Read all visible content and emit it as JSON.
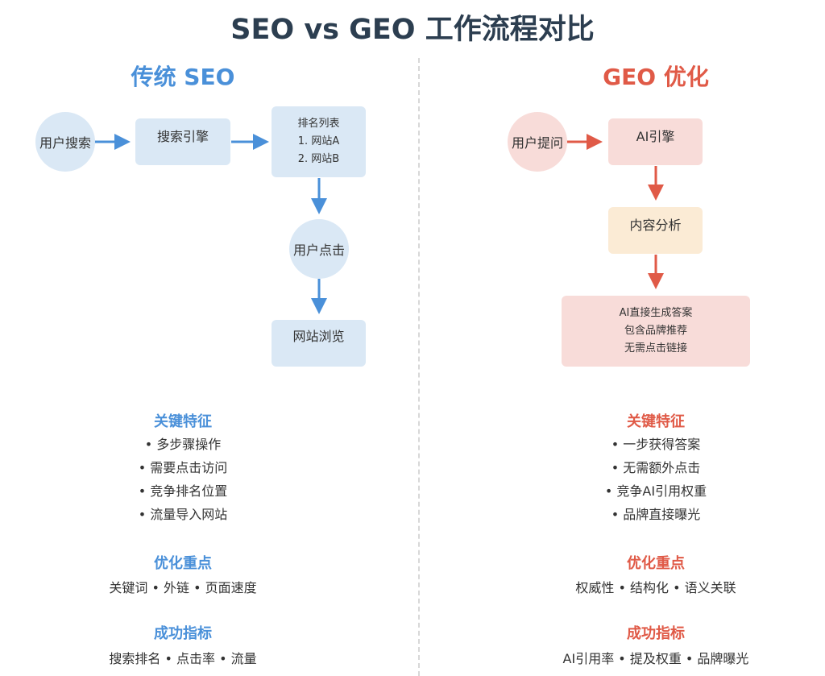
{
  "title": "SEO vs GEO 工作流程对比",
  "seo": {
    "heading": "传统 SEO",
    "nodes": {
      "user_search": "用户搜索",
      "search_engine": "搜索引擎",
      "ranking_title": "排名列表",
      "ranking_1": "1. 网站A",
      "ranking_2": "2. 网站B",
      "user_click": "用户点击",
      "site_browse": "网站浏览"
    },
    "features_title": "关键特征",
    "features": [
      "• 多步骤操作",
      "• 需要点击访问",
      "• 竞争排名位置",
      "• 流量导入网站"
    ],
    "focus_title": "优化重点",
    "focus": "关键词 • 外链 • 页面速度",
    "metrics_title": "成功指标",
    "metrics": "搜索排名 • 点击率 • 流量"
  },
  "geo": {
    "heading": "GEO 优化",
    "nodes": {
      "user_ask": "用户提问",
      "ai_engine": "AI引擎",
      "content_analysis": "内容分析",
      "result_1": "AI直接生成答案",
      "result_2": "包含品牌推荐",
      "result_3": "无需点击链接"
    },
    "features_title": "关键特征",
    "features": [
      "• 一步获得答案",
      "• 无需额外点击",
      "• 竞争AI引用权重",
      "• 品牌直接曝光"
    ],
    "focus_title": "优化重点",
    "focus": "权威性 • 结构化 • 语义关联",
    "metrics_title": "成功指标",
    "metrics": "AI引用率 • 提及权重 • 品牌曝光"
  },
  "colors": {
    "seo_accent": "#4a90d9",
    "geo_accent": "#e05a47",
    "seo_node": "#dae8f5",
    "geo_node": "#f8dcd9",
    "analysis_node": "#fbebd5"
  }
}
